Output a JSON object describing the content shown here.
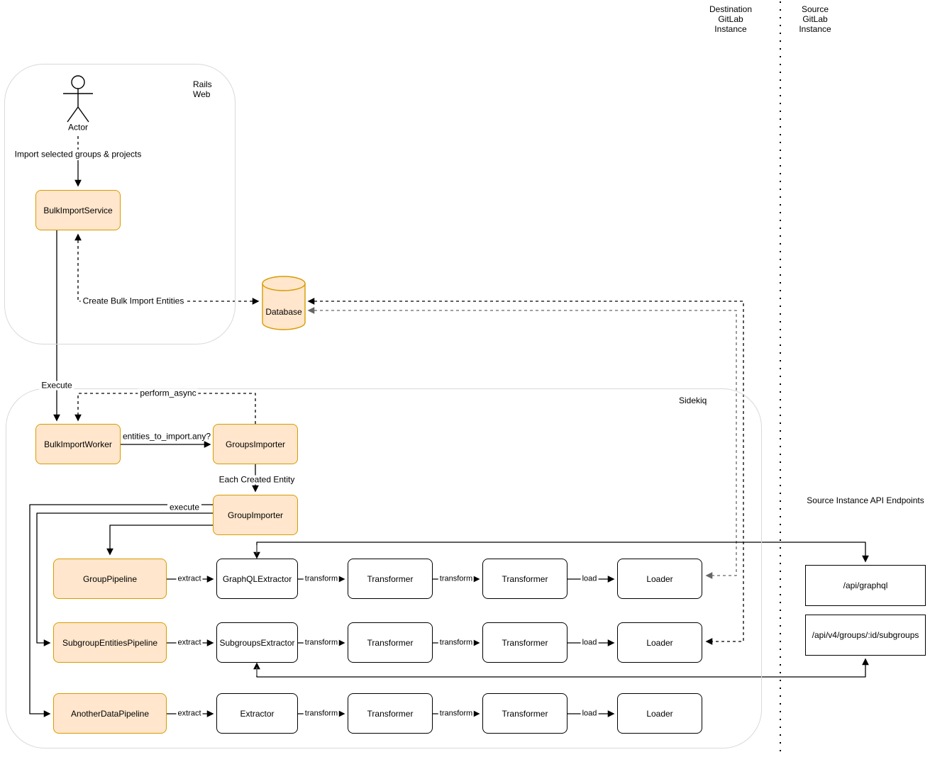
{
  "diagram": {
    "lanes": {
      "destination_instance": "Destination\nGitLab\nInstance",
      "source_instance": "Source\nGitLab\nInstance"
    },
    "containers": {
      "rails_web": "Rails\nWeb",
      "sidekiq": "Sidekiq"
    },
    "actor": {
      "label": "Actor"
    },
    "nodes": {
      "bulk_import_service": "BulkImportService",
      "database": "Database",
      "bulk_import_worker": "BulkImportWorker",
      "groups_importer": "GroupsImporter",
      "group_importer": "GroupImporter",
      "group_pipeline": "GroupPipeline",
      "graphql_extractor": "GraphQLExtractor",
      "subgroup_entities_pipeline": "SubgroupEntitiesPipeline",
      "subgroups_extractor": "SubgroupsExtractor",
      "another_data_pipeline": "AnotherDataPipeline",
      "extractor": "Extractor",
      "transformer": "Transformer",
      "loader": "Loader"
    },
    "endpoints": {
      "title": "Source Instance API Endpoints",
      "graphql": "/api/graphql",
      "subgroups": "/api/v4/groups/:id/subgroups"
    },
    "edge_labels": {
      "import_selected": "Import selected groups & projects",
      "create_entities": "Create Bulk Import Entities",
      "execute": "Execute",
      "perform_async": "perform_async",
      "entities_to_import": "entities_to_import.any?",
      "each_created_entity": "Each Created Entity",
      "execute_lower": "execute",
      "extract": "extract",
      "transform": "transform",
      "load": "load"
    },
    "colors": {
      "node_fill": "#FFE6CC",
      "node_stroke": "#D79B00",
      "container_stroke": "#d9d9d9",
      "line": "#000000",
      "line_alt": "#666666"
    }
  }
}
